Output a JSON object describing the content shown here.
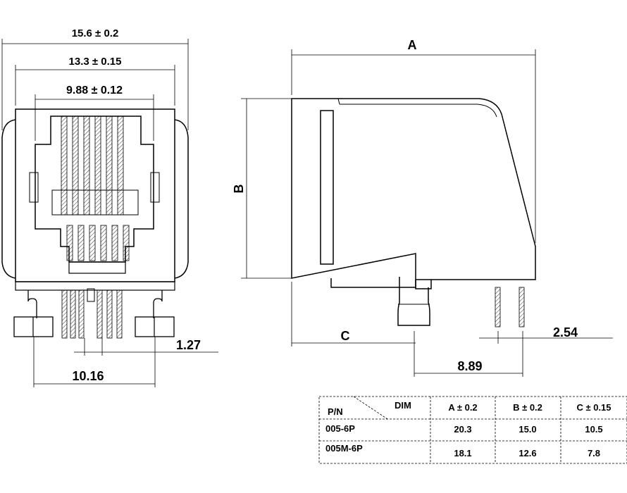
{
  "front_view": {
    "dims": {
      "overall_width": "15.6 ± 0.2",
      "body_width": "13.3 ± 0.15",
      "opening_width": "9.88 ± 0.12",
      "pin_pitch": "1.27",
      "post_spacing": "10.16"
    }
  },
  "side_view": {
    "dims": {
      "a": "A",
      "b": "B",
      "c": "C",
      "pin_pitch": "2.54",
      "pin_offset": "8.89"
    }
  },
  "table": {
    "header_pn": "P/N",
    "header_dim": "DIM",
    "columns": [
      "A ± 0.2",
      "B ± 0.2",
      "C ± 0.15"
    ],
    "rows": [
      {
        "pn": "005-6P",
        "a": "20.3",
        "b": "15.0",
        "c": "10.5"
      },
      {
        "pn": "005M-6P",
        "a": "18.1",
        "b": "12.6",
        "c": "7.8"
      }
    ]
  }
}
